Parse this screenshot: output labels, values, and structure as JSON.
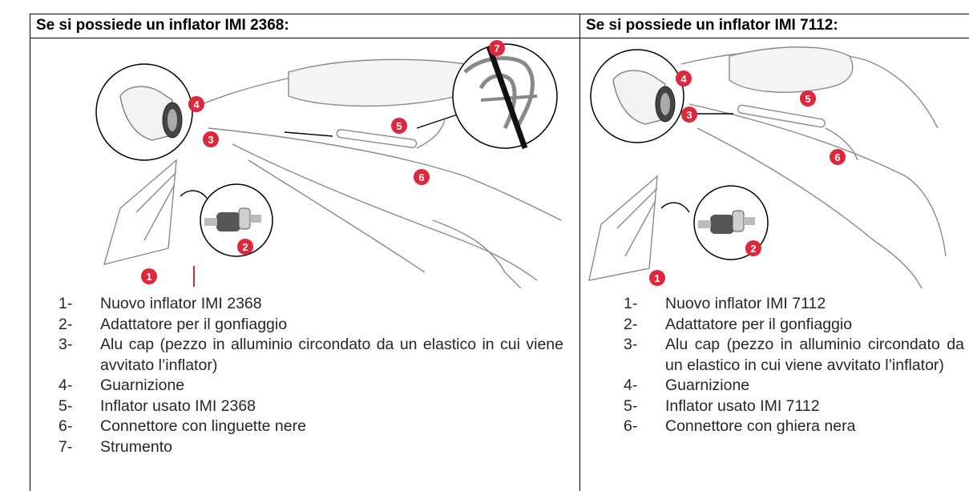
{
  "left": {
    "header": "Se si possiede un inflator IMI 2368:",
    "items": [
      {
        "num": "1-",
        "text": "Nuovo inflator IMI 2368"
      },
      {
        "num": "2-",
        "text": "Adattatore per il gonfiaggio"
      },
      {
        "num": "3-",
        "text": "Alu cap (pezzo in alluminio circondato da un elastico in cui viene avvitato l’inflator)"
      },
      {
        "num": "4-",
        "text": "Guarnizione"
      },
      {
        "num": "5-",
        "text": "Inflator usato IMI 2368"
      },
      {
        "num": "6-",
        "text": "Connettore con linguette nere"
      },
      {
        "num": "7-",
        "text": "Strumento"
      }
    ],
    "callouts": [
      "1",
      "2",
      "3",
      "4",
      "5",
      "6",
      "7"
    ]
  },
  "right": {
    "header": "Se si possiede un inflator IMI 7112:",
    "items": [
      {
        "num": "1-",
        "text": "Nuovo inflator IMI 7112"
      },
      {
        "num": "2-",
        "text": "Adattatore per il gonfiaggio"
      },
      {
        "num": "3-",
        "text": "Alu cap (pezzo in alluminio circondato da un elastico in cui viene avvitato l’inflator)"
      },
      {
        "num": "4-",
        "text": "Guarnizione"
      },
      {
        "num": "5-",
        "text": "Inflator usato IMI 7112"
      },
      {
        "num": "6-",
        "text": "Connettore con ghiera nera"
      }
    ],
    "callouts": [
      "1",
      "2",
      "3",
      "4",
      "5",
      "6"
    ]
  },
  "colors": {
    "callout": "#e0263a",
    "border": "#000000",
    "line_art": "#8a8a8a"
  }
}
